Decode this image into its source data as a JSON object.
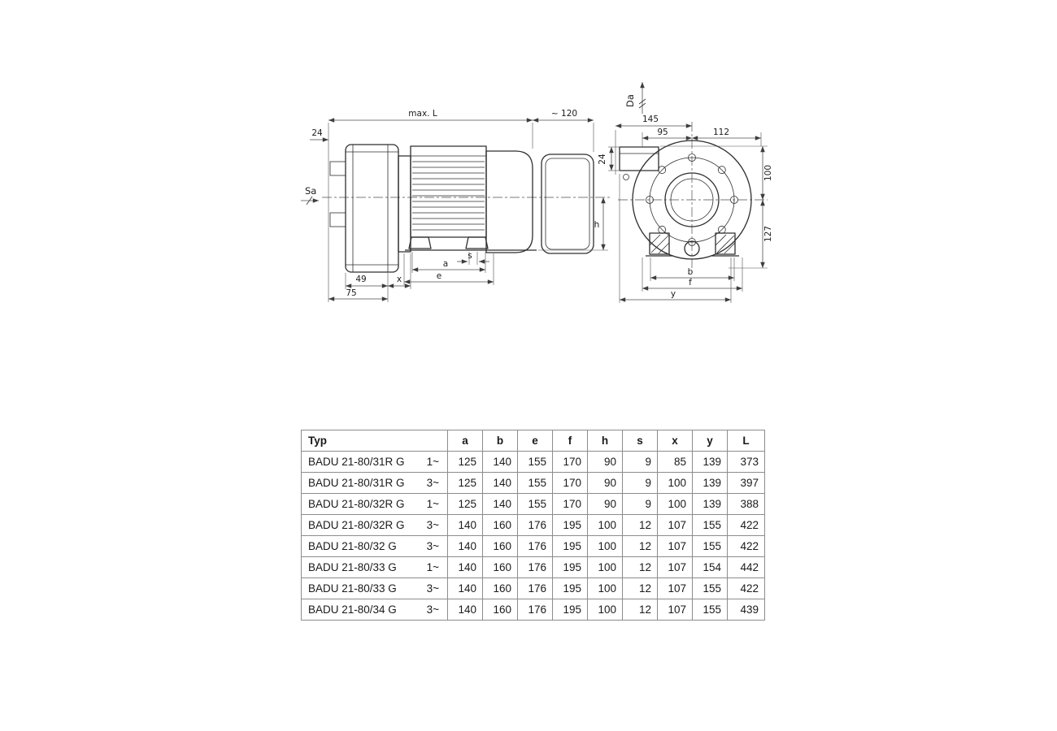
{
  "drawing": {
    "side": {
      "max_l": "max. L",
      "approx_120": "~ 120",
      "n24": "24",
      "sa": "Sa",
      "n49": "49",
      "x": "x",
      "n75": "75",
      "s": "s",
      "a": "a",
      "e": "e",
      "h": "h"
    },
    "front": {
      "da": "Da",
      "n145": "145",
      "n95": "95",
      "n112": "112",
      "n24": "24",
      "n100": "100",
      "n127": "127",
      "b": "b",
      "f": "f",
      "y": "y"
    }
  },
  "table": {
    "headers": [
      "Typ",
      "a",
      "b",
      "e",
      "f",
      "h",
      "s",
      "x",
      "y",
      "L"
    ],
    "rows": [
      {
        "typ": "BADU 21-80/31R G",
        "phase": "1~",
        "values": [
          125,
          140,
          155,
          170,
          90,
          9,
          85,
          139,
          373
        ]
      },
      {
        "typ": "BADU 21-80/31R G",
        "phase": "3~",
        "values": [
          125,
          140,
          155,
          170,
          90,
          9,
          100,
          139,
          397
        ]
      },
      {
        "typ": "BADU 21-80/32R G",
        "phase": "1~",
        "values": [
          125,
          140,
          155,
          170,
          90,
          9,
          100,
          139,
          388
        ]
      },
      {
        "typ": "BADU 21-80/32R G",
        "phase": "3~",
        "values": [
          140,
          160,
          176,
          195,
          100,
          12,
          107,
          155,
          422
        ]
      },
      {
        "typ": "BADU 21-80/32 G",
        "phase": "3~",
        "values": [
          140,
          160,
          176,
          195,
          100,
          12,
          107,
          155,
          422
        ]
      },
      {
        "typ": "BADU 21-80/33 G",
        "phase": "1~",
        "values": [
          140,
          160,
          176,
          195,
          100,
          12,
          107,
          154,
          442
        ]
      },
      {
        "typ": "BADU 21-80/33 G",
        "phase": "3~",
        "values": [
          140,
          160,
          176,
          195,
          100,
          12,
          107,
          155,
          422
        ]
      },
      {
        "typ": "BADU 21-80/34 G",
        "phase": "3~",
        "values": [
          140,
          160,
          176,
          195,
          100,
          12,
          107,
          155,
          439
        ]
      }
    ]
  },
  "colors": {
    "line": "#2e2e2e",
    "dimension": "#4d4d4d",
    "table_border": "#8c8c8c",
    "text": "#1a1a1a"
  }
}
